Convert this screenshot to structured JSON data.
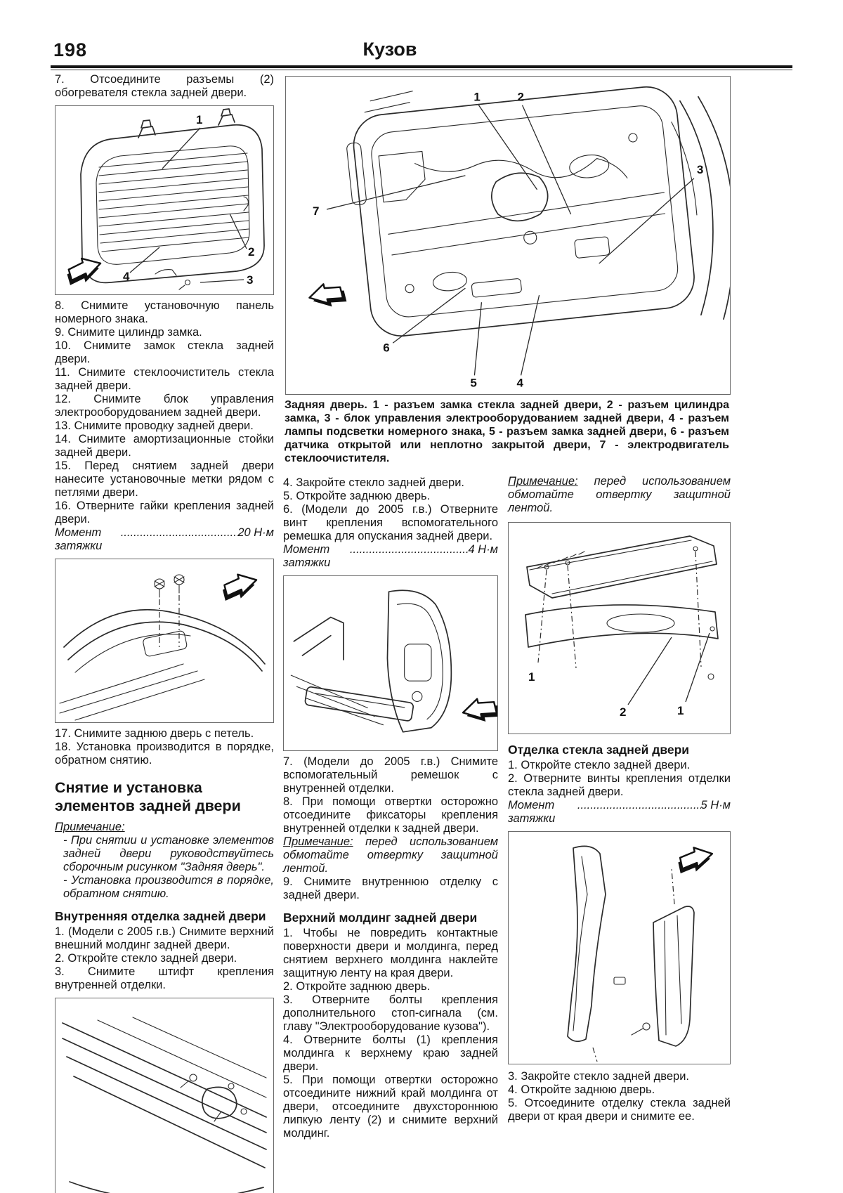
{
  "colors": {
    "ink": "#161616",
    "paper": "#ffffff"
  },
  "header": {
    "page_number": "198",
    "title": "Кузов"
  },
  "main_caption": "Задняя дверь. 1 - разъем замка стекла задней двери, 2 - разъем цилиндра замка, 3 - блок управления электрооборудованием задней двери, 4 - разъем лампы подсветки номерного знака, 5 - разъем замка задней двери, 6 - разъем датчика открытой или неплотно закрытой двери, 7 - электродвигатель стеклоочистителя.",
  "col1": {
    "step_7": "7. Отсоедините разъемы (2) обогревателя стекла задней двери.",
    "steps_8_16": [
      "8. Снимите установочную панель номерного знака.",
      "9. Снимите цилиндр замка.",
      "10. Снимите замок стекла задней двери.",
      "11. Снимите стеклоочиститель стекла задней двери.",
      "12. Снимите блок управления электрооборудованием задней двери.",
      "13. Снимите проводку задней двери.",
      "14. Снимите амортизационные стойки задней двери.",
      "15. Перед снятием задней двери нанесите установочные метки рядом с петлями двери.",
      "16. Отверните гайки крепления задней двери."
    ],
    "torque_20": {
      "label": "Момент затяжки",
      "dots": "......................................................",
      "value": "20 Н·м"
    },
    "steps_17_18": [
      "17. Снимите заднюю дверь с петель.",
      "18. Установка производится в порядке, обратном снятию."
    ],
    "section_heading": "Снятие и установка элементов задней двери",
    "note_label": "Примечание:",
    "note_items": [
      "- При снятии и установке элементов задней двери руководствуйтесь сборочным рисунком \"Задняя дверь\".",
      "- Установка производится в порядке, обратном снятию."
    ],
    "sub_heading": "Внутренняя отделка задней двери",
    "steps_1_3": [
      "1. (Модели с 2005 г.в.) Снимите верхний внешний молдинг задней двери.",
      "2. Откройте стекло задней двери.",
      "3. Снимите штифт крепления внутренней отделки."
    ]
  },
  "col2": {
    "steps_4_6": [
      "4. Закройте стекло задней двери.",
      "5. Откройте заднюю дверь.",
      "6. (Модели до 2005 г.в.) Отверните винт крепления вспомогательного ремешка для опускания задней двери."
    ],
    "torque_4": {
      "label": "Момент затяжки",
      "dots": "......................................................",
      "value": "4 Н·м"
    },
    "steps_7_8": [
      "7. (Модели до 2005 г.в.) Снимите вспомогательный ремешок с внутренней отделки.",
      "8. При помощи отвертки осторожно отсоедините фиксаторы крепления внутренней отделки к задней двери."
    ],
    "note": {
      "label": "Примечание:",
      "text": "перед использованием обмотайте отвертку защитной лентой."
    },
    "step_9": "9. Снимите внутреннюю отделку с задней двери.",
    "sub_heading": "Верхний молдинг задней двери",
    "steps_1_5": [
      "1. Чтобы не повредить контактные поверхности двери и молдинга, перед снятием верхнего молдинга наклейте защитную ленту на края двери.",
      "2. Откройте заднюю дверь.",
      "3. Отверните болты крепления дополнительного стоп-сигнала (см. главу \"Электрооборудование кузова\").",
      "4. Отверните болты (1) крепления молдинга к верхнему краю задней двери.",
      "5. При помощи отвертки осторожно отсоедините нижний край молдинга от двери, отсоедините двухстороннюю липкую ленту (2) и снимите верхний молдинг."
    ]
  },
  "col3": {
    "note": {
      "label": "Примечание:",
      "text": "перед использованием обмотайте отвертку защитной лентой."
    },
    "sub_heading": "Отделка стекла задней двери",
    "steps_1_2": [
      "1. Откройте стекло задней двери.",
      "2. Отверните винты крепления отделки стекла задней двери."
    ],
    "torque_5": {
      "label": "Момент затяжки",
      "dots": "......................................................",
      "value": "5 Н·м"
    },
    "steps_3_5": [
      "3. Закройте стекло задней двери.",
      "4. Откройте заднюю дверь.",
      "5. Отсоедините отделку стекла задней двери от края двери и снимите ее."
    ]
  },
  "figures": {
    "fig_glass": {
      "labels": [
        "1",
        "2",
        "3",
        "4"
      ]
    },
    "fig_main": {
      "labels": [
        "1",
        "2",
        "3",
        "7",
        "6",
        "5",
        "4"
      ]
    },
    "fig_trim": {
      "labels": [
        "1",
        "2",
        "1"
      ]
    }
  }
}
